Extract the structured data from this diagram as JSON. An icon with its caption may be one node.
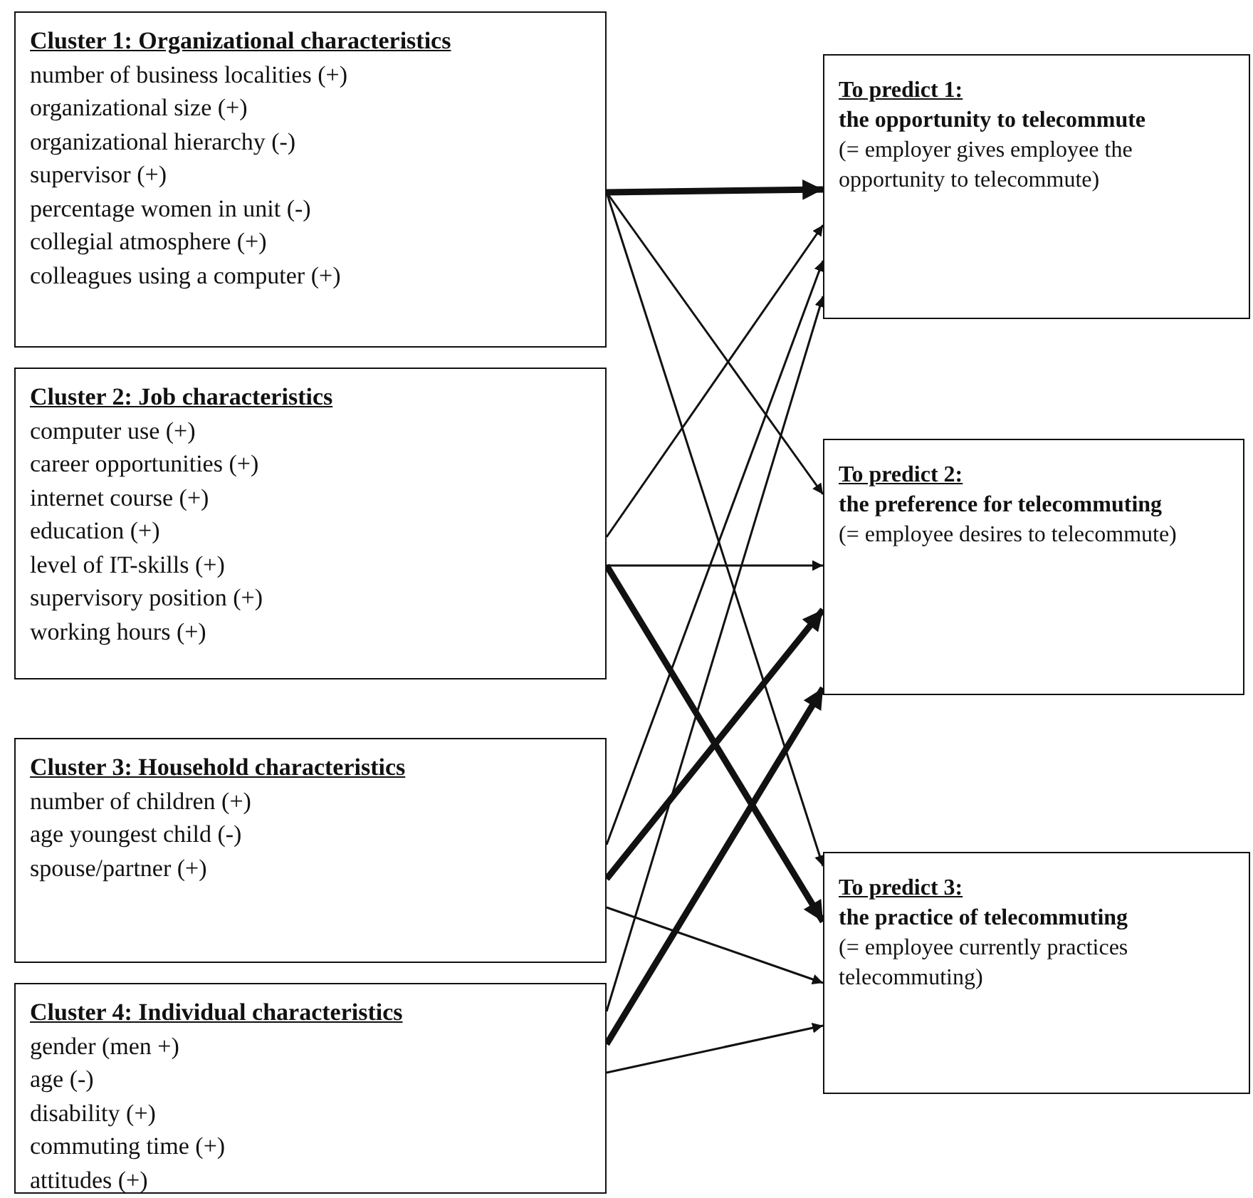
{
  "diagram": {
    "nodes": [
      {
        "text": [
          "Cluster 1: Organizational characteristics",
          "number of business localities (+)",
          "organizational size (+)",
          "organizational hierarchy (-)",
          "supervisor (+)",
          "percentage women in unit (-)",
          "collegial atmosphere (+)",
          "colleagues using a computer (+)"
        ]
      },
      {
        "text": [
          "Cluster 2: Job characteristics",
          "computer use (+)",
          "career opportunities (+)",
          "internet course (+)",
          "education (+)",
          "level of IT-skills (+)",
          "supervisory position (+)",
          "working hours (+)"
        ]
      },
      {
        "text": [
          "Cluster 3: Household characteristics",
          "number of children (+)",
          "age youngest child (-)",
          "spouse/partner (+)"
        ]
      },
      {
        "text": [
          "Cluster 4: Individual characteristics",
          "gender (men +)",
          "age (-)",
          "disability (+)",
          "commuting time (+)",
          "attitudes (+)"
        ]
      },
      {
        "text": [
          "To predict 1:",
          "the opportunity to telecommute",
          "(= employer gives employee the opportunity to telecommute)"
        ]
      },
      {
        "text": [
          "To predict 2:",
          "the preference for telecommuting",
          "(= employee desires to telecommute)"
        ]
      },
      {
        "text": [
          "To predict 3:",
          "the practice of telecommuting",
          "(= employee currently practices telecommuting)"
        ]
      }
    ],
    "edges": [
      {
        "from": 0,
        "to": 4,
        "arrow": "to",
        "style": "thick"
      },
      {
        "from": 0,
        "to": 5,
        "arrow": "to"
      },
      {
        "from": 0,
        "to": 6,
        "arrow": "to"
      },
      {
        "from": 1,
        "to": 4,
        "arrow": "to"
      },
      {
        "from": 1,
        "to": 5,
        "arrow": "to"
      },
      {
        "from": 1,
        "to": 6,
        "arrow": "to",
        "style": "thick"
      },
      {
        "from": 2,
        "to": 4,
        "arrow": "to"
      },
      {
        "from": 2,
        "to": 5,
        "arrow": "to",
        "style": "thick"
      },
      {
        "from": 2,
        "to": 6,
        "arrow": "to"
      },
      {
        "from": 3,
        "to": 4,
        "arrow": "to"
      },
      {
        "from": 3,
        "to": 5,
        "arrow": "to",
        "style": "thick"
      },
      {
        "from": 3,
        "to": 6,
        "arrow": "to"
      }
    ]
  }
}
